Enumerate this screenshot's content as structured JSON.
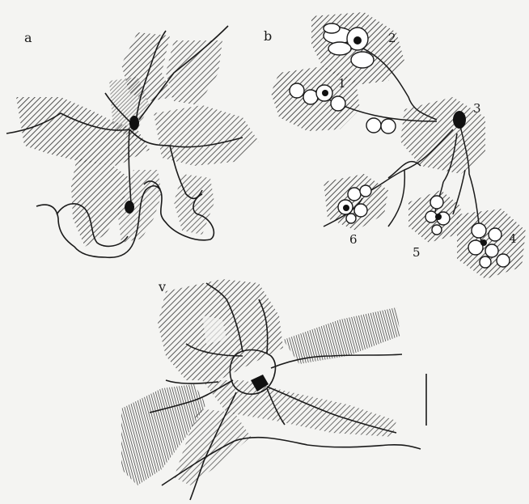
{
  "panels": {
    "a": {
      "label": "a"
    },
    "b": {
      "label": "b",
      "clusters": [
        {
          "label": "1"
        },
        {
          "label": "2"
        },
        {
          "label": "3"
        },
        {
          "label": "4"
        },
        {
          "label": "5"
        },
        {
          "label": "6"
        }
      ]
    },
    "v": {
      "label": "v"
    }
  },
  "colors": {
    "background": "#f4f4f2",
    "ink": "#1a1a1a",
    "hatch": "#2a2a2a"
  }
}
